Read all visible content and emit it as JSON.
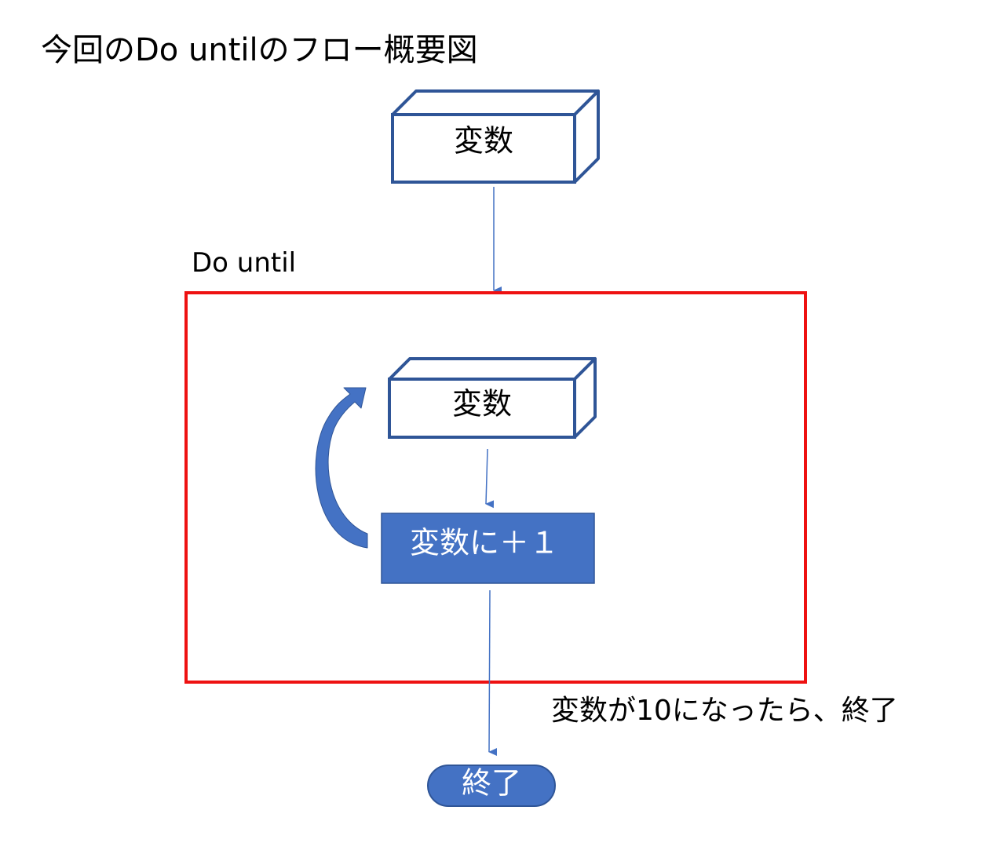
{
  "title": "今回のDo untilのフロー概要図",
  "loop_label": "Do until",
  "end_condition": "変数が10になったら、終了",
  "nodes": {
    "variable_top": "変数",
    "variable_loop": "変数",
    "increment": "変数に＋１",
    "end": "終了"
  },
  "colors": {
    "box_stroke": "#2f5597",
    "process_fill": "#4472c4",
    "arrow": "#4472c4",
    "loop_border": "#ee1111",
    "text_on_fill": "#ffffff"
  }
}
